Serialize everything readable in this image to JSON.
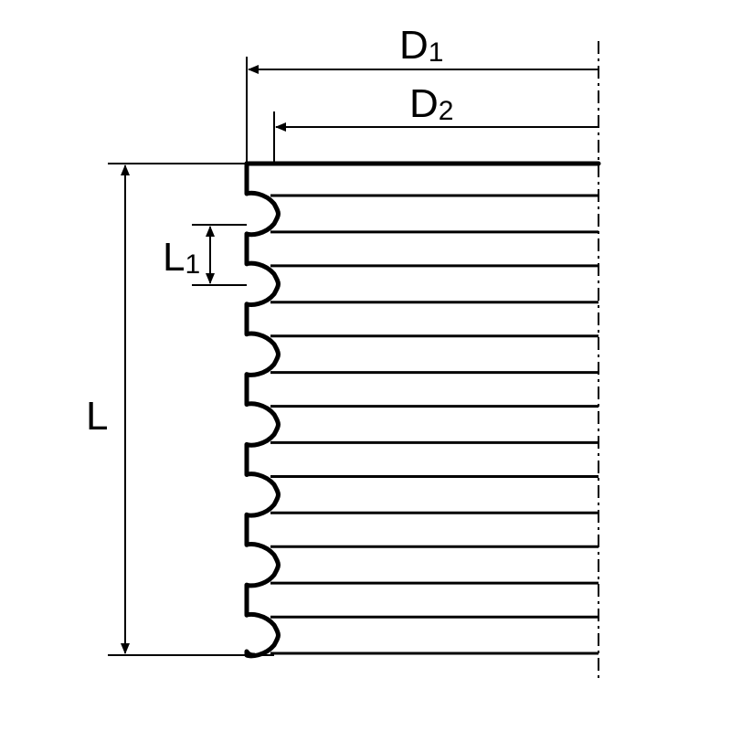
{
  "dimensions": {
    "outer_diameter": {
      "letter": "D",
      "subscript": "1"
    },
    "inner_diameter": {
      "letter": "D",
      "subscript": "2"
    },
    "pitch": {
      "letter": "L",
      "subscript": "1"
    },
    "length": {
      "letter": "L"
    }
  },
  "profile": {
    "valley_count": 7
  }
}
